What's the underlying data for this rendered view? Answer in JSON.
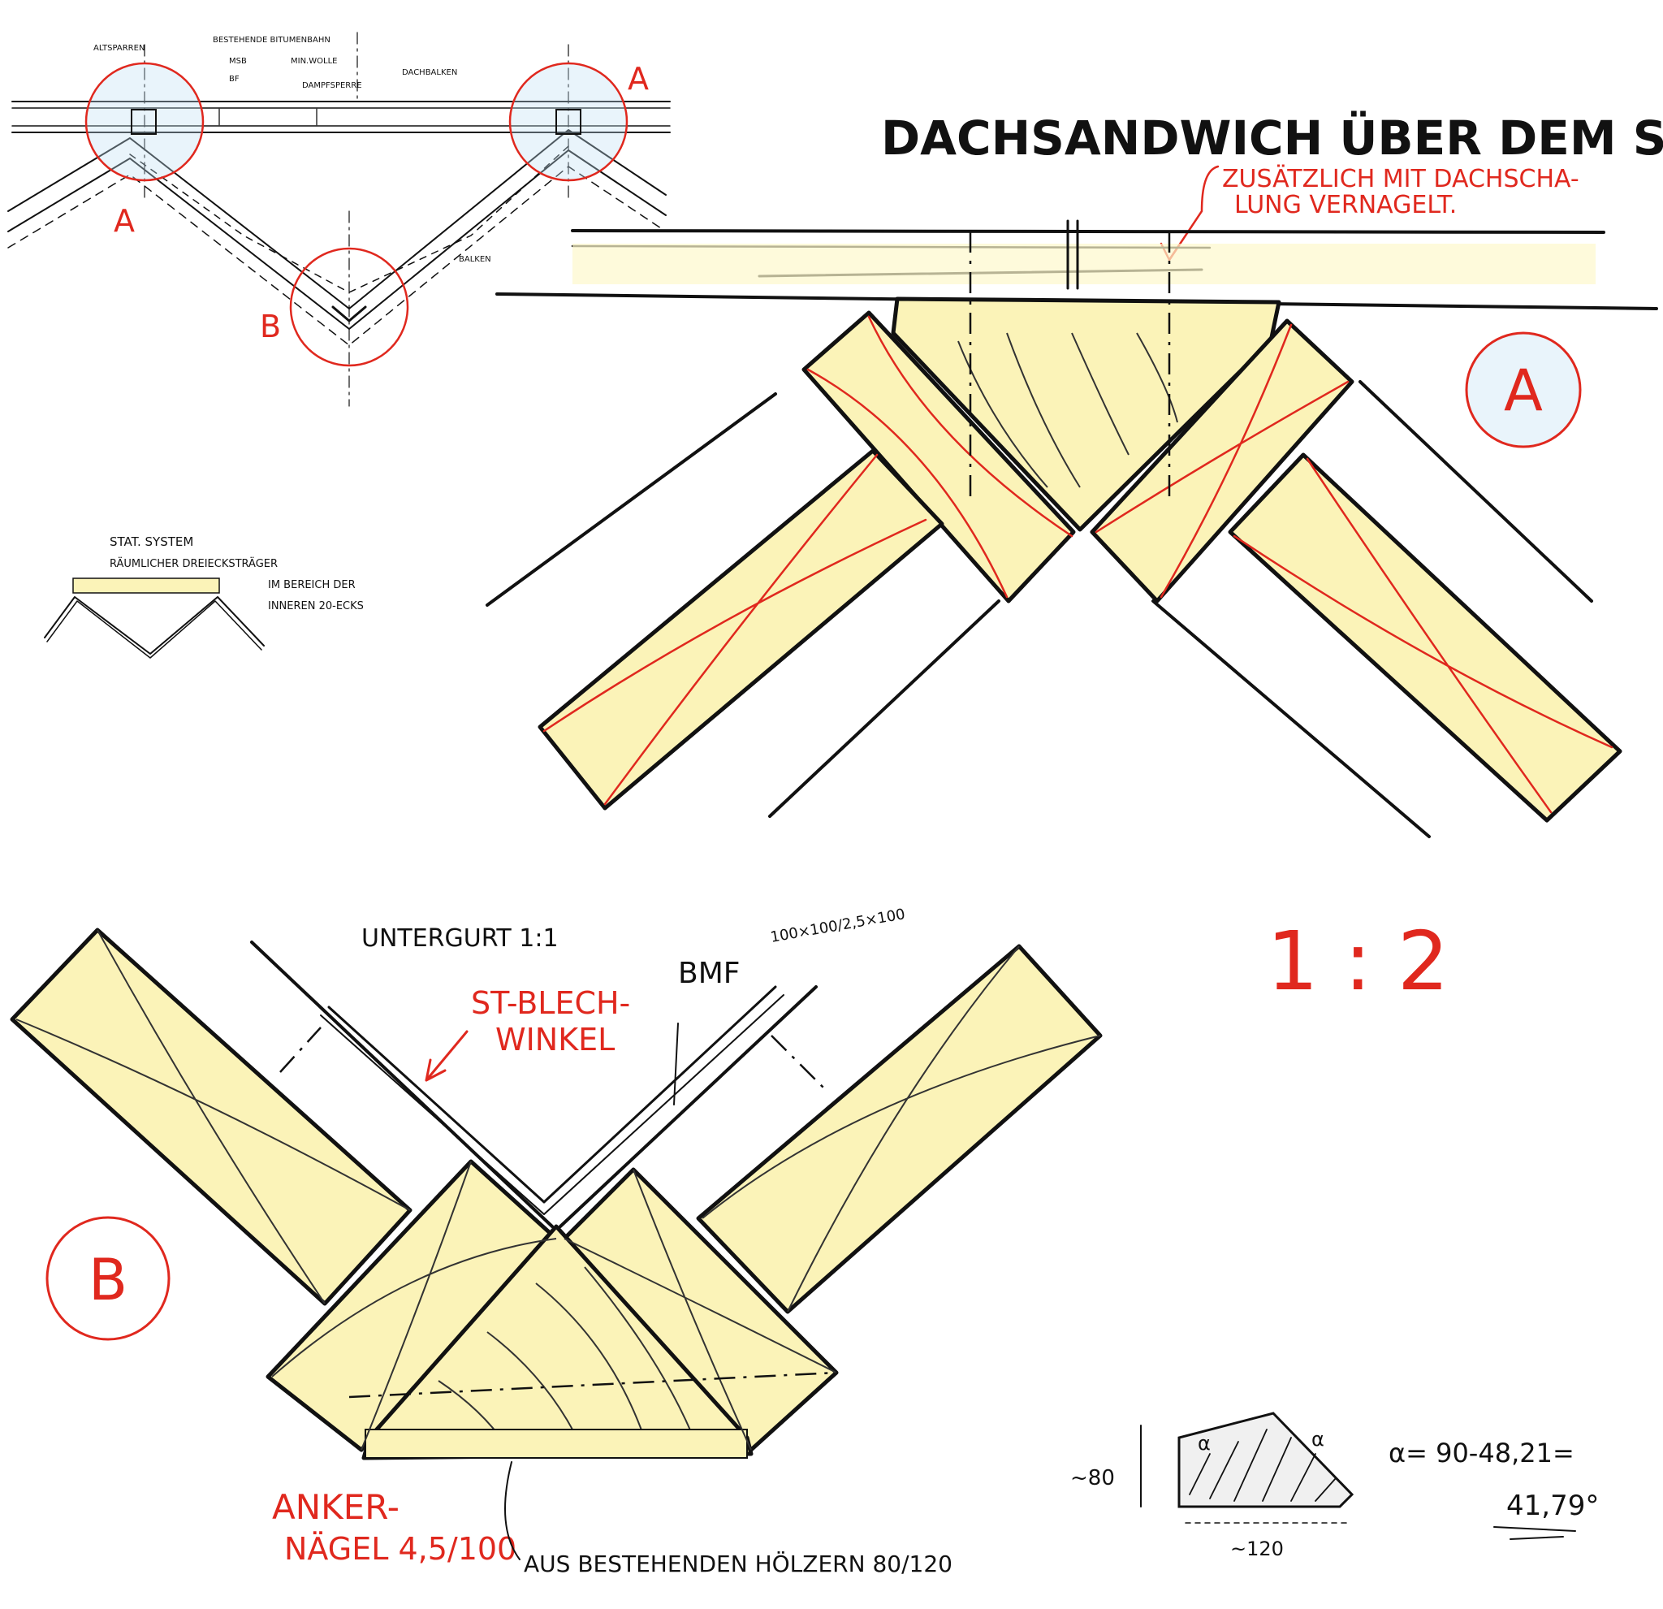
{
  "sheet": {
    "title": "DACHSANDWICH ÜBER DEM SAAL",
    "note_red": [
      "ZUSÄTZLICH MIT DACHSCHA-",
      "LUNG VERNAGELT."
    ],
    "scale": "1 : 2"
  },
  "overview": {
    "marker_a": "A",
    "marker_b": "B",
    "labels": {
      "altsparren": "ALTSPARREN",
      "bestehende": "BESTEHENDE BITUMENBAHN",
      "msb": "MSB",
      "mineralwolle": "MIN.WOLLE",
      "bf": "BF",
      "dampfsperre": "DAMPFSPERRE",
      "dachbalken": "DACHBALKEN",
      "balken_right": "BALKEN"
    }
  },
  "static_system": {
    "line1": "STAT. SYSTEM",
    "line2": "RÄUMLICHER DREIECKSTRÄGER",
    "line3": "IM BEREICH DER",
    "line4": "INNEREN 20-ECKS"
  },
  "detail_a": {
    "marker": "A"
  },
  "detail_b": {
    "marker": "B",
    "untergurt": "UNTERGURT 1:1",
    "bmf": "BMF",
    "bmf_dims": "100×100/2,5×100",
    "blech": [
      "ST-BLECH-",
      "WINKEL"
    ],
    "anker": [
      "ANKER-",
      "NÄGEL 4,5/100"
    ],
    "bestehend": "AUS BESTEHENDEN HÖLZERN 80/120"
  },
  "angle_calc": {
    "height": "~80",
    "width": "~120",
    "alpha": "α",
    "formula": "α= 90-48,21=",
    "result": "41,79°"
  }
}
